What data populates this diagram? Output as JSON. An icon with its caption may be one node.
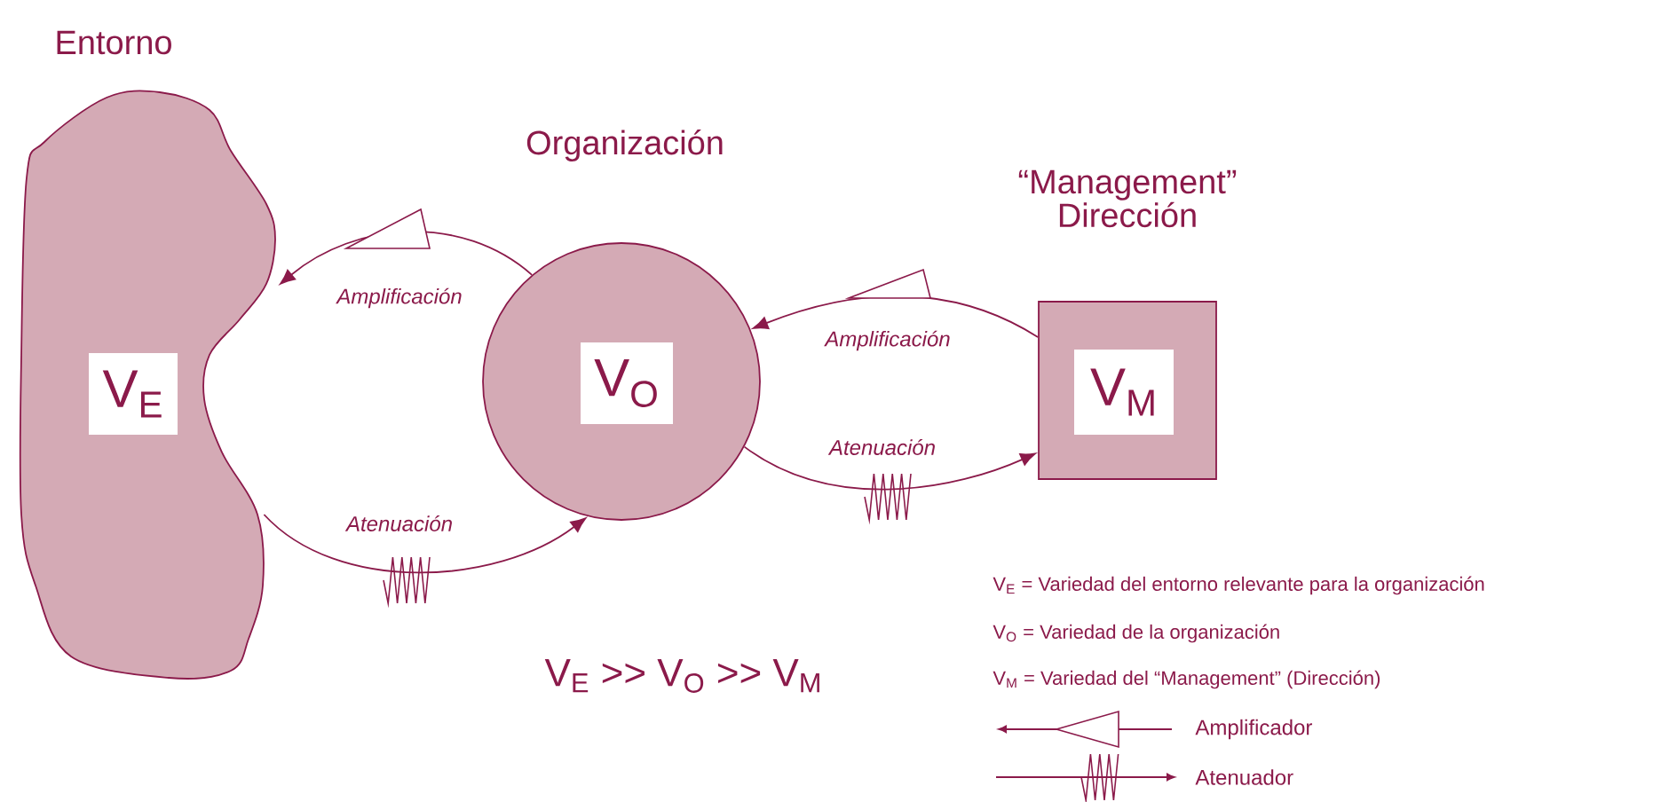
{
  "diagram": {
    "nodes": [
      {
        "text": [
          "Entorno",
          "V$_{E}$"
        ]
      },
      {
        "text": [
          "Organización",
          "V$_{O}$"
        ]
      },
      {
        "text": [
          "“Management” Dirección",
          "V$_{M}$"
        ]
      }
    ],
    "edges": [
      {
        "from": 1,
        "to": 0,
        "arrow": "to",
        "label": "Amplificación"
      },
      {
        "from": 0,
        "to": 1,
        "arrow": "to",
        "label": "Atenuación"
      },
      {
        "from": 2,
        "to": 1,
        "arrow": "to",
        "label": "Amplificación"
      },
      {
        "from": 1,
        "to": 2,
        "arrow": "to",
        "label": "Atenuación"
      }
    ],
    "labels": [
      "V$_{E}$ >> V$_{O}$ >> V$_{M}$",
      "V$_{E}$ = Variedad del entorno relevante para la organización",
      "V$_{O}$ = Variedad de la organización",
      "V$_{M}$ = Variedad del “Management” (Dirección)"
    ],
    "legend": [
      {
        "text": "Amplificador"
      },
      {
        "text": "Atenuador"
      }
    ]
  }
}
